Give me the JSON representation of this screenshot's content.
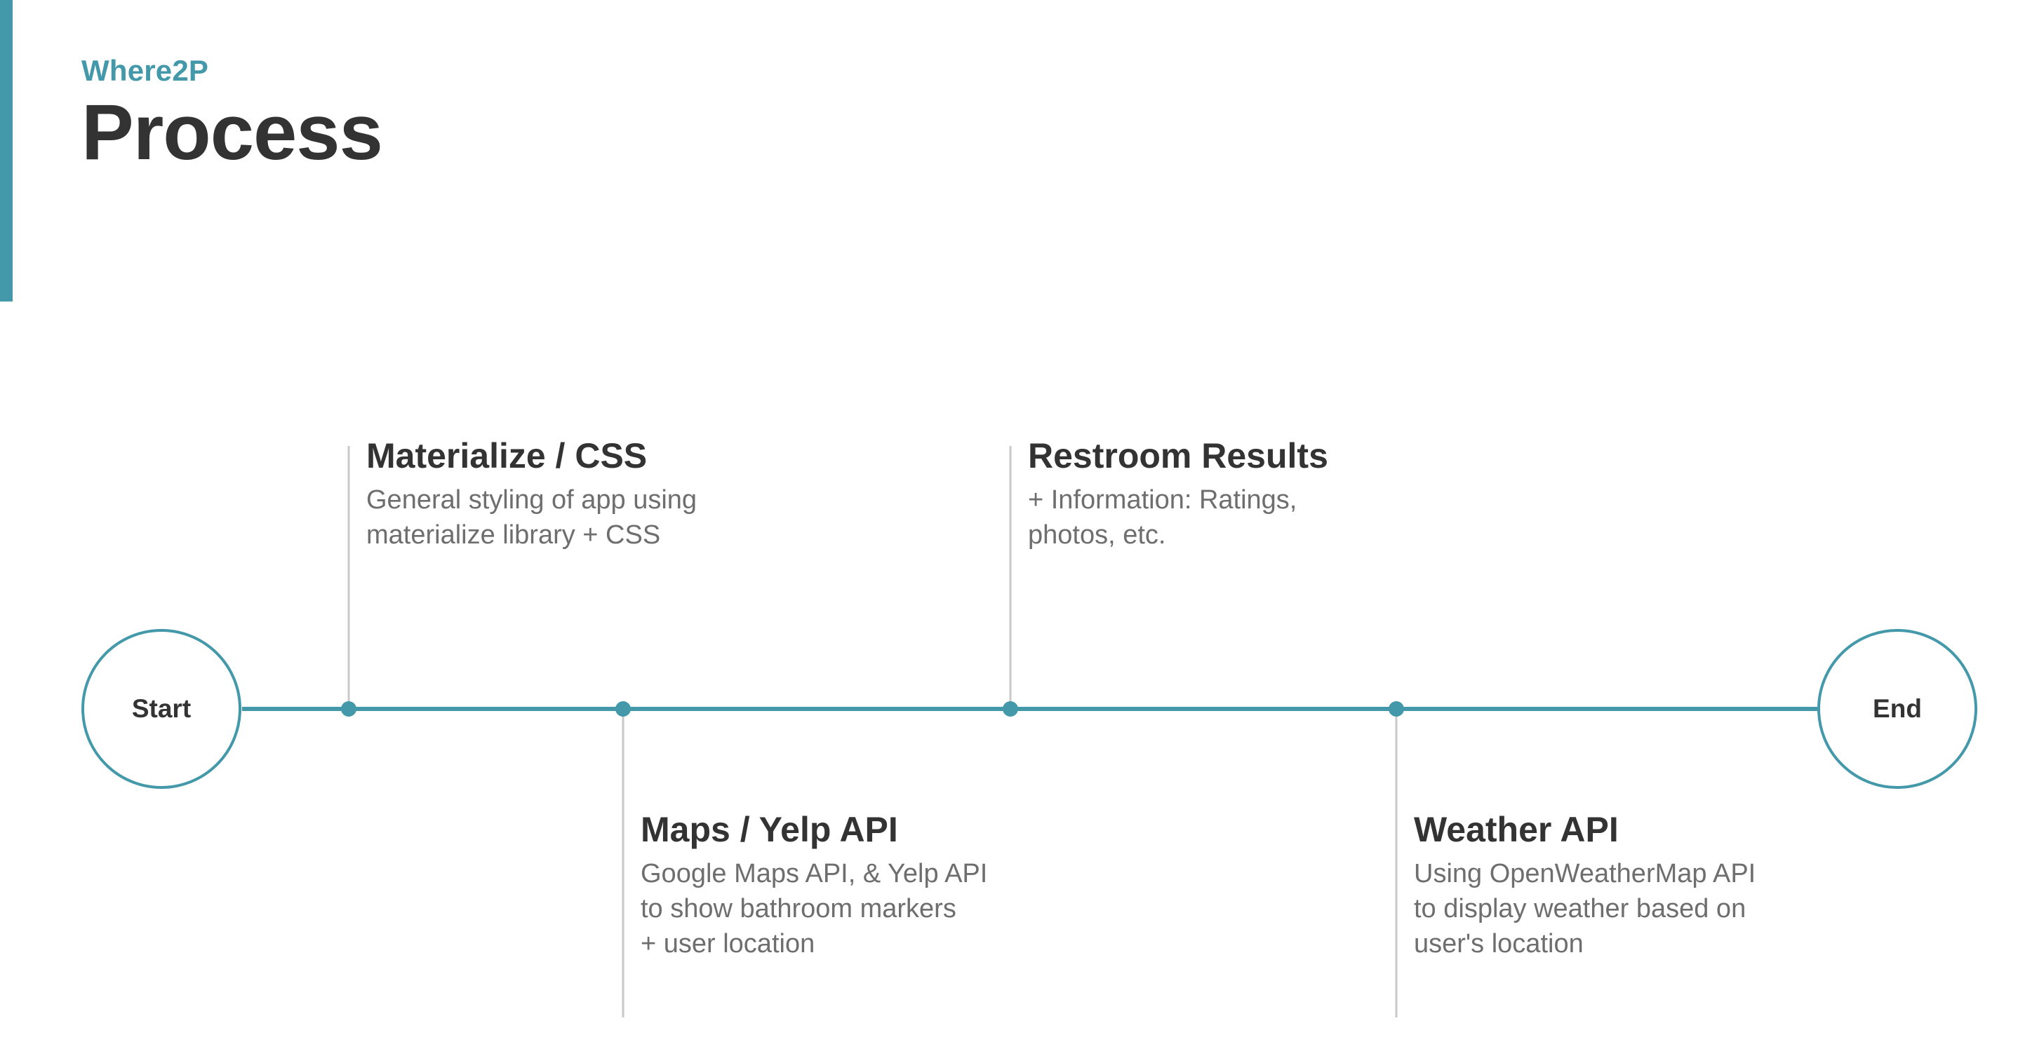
{
  "slide": {
    "eyebrow": "Where2P",
    "title": "Process",
    "accent_color": "#4399aa",
    "title_color": "#333333",
    "description_color": "#6e6e6e",
    "connector_color": "#c9c9c9",
    "background_color": "#ffffff"
  },
  "timeline": {
    "start_label": "Start",
    "end_label": "End",
    "milestones": [
      {
        "title": "Materialize / CSS",
        "description": "General styling of app using\nmaterialize library + CSS",
        "position": "above"
      },
      {
        "title": "Maps / Yelp API",
        "description": "Google Maps API, & Yelp API\nto show bathroom markers\n+ user location",
        "position": "below"
      },
      {
        "title": "Restroom Results",
        "description": "+ Information: Ratings,\nphotos, etc.",
        "position": "above"
      },
      {
        "title": "Weather API",
        "description": "Using OpenWeatherMap API\nto display weather based on\nuser's location",
        "position": "below"
      }
    ]
  }
}
